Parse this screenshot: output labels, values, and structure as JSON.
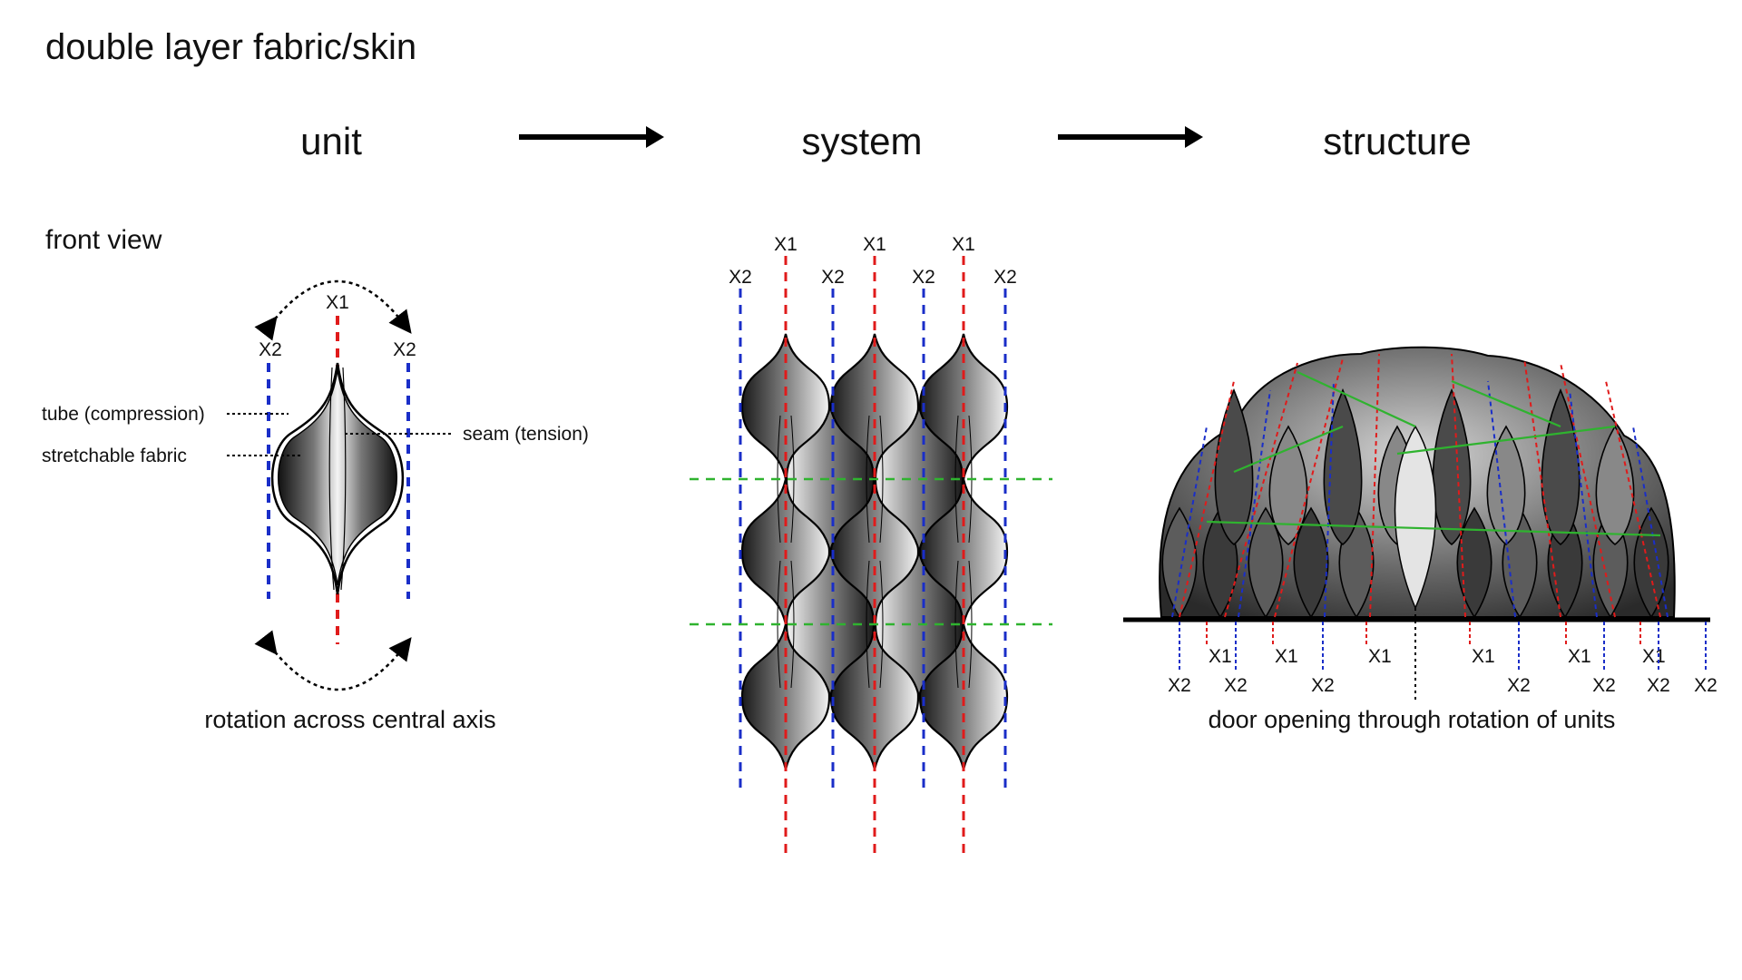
{
  "title": "double layer fabric/skin",
  "stages": {
    "unit": "unit",
    "system": "system",
    "structure": "structure"
  },
  "unit": {
    "view_label": "front view",
    "axis_center": "X1",
    "axis_left": "X2",
    "axis_right": "X2",
    "callout_tube": "tube (compression)",
    "callout_fabric": "stretchable fabric",
    "callout_seam": "seam (tension)",
    "caption": "rotation across central axis"
  },
  "system": {
    "top_labels_x1": [
      "X1",
      "X1",
      "X1"
    ],
    "top_labels_x2": [
      "X2",
      "X2",
      "X2",
      "X2"
    ]
  },
  "structure": {
    "bottom_labels_x1": [
      "X1",
      "X1",
      "X1",
      "X1",
      "X1",
      "X1"
    ],
    "bottom_labels_x2": [
      "X2",
      "X2",
      "X2",
      "X2",
      "X2",
      "X2",
      "X2"
    ],
    "caption": "door opening through rotation of units"
  },
  "colors": {
    "x1_axis": "#e01b1b",
    "x2_axis": "#1a2ec8",
    "horizontal_axis": "#2fb32f",
    "outline": "#000000"
  }
}
